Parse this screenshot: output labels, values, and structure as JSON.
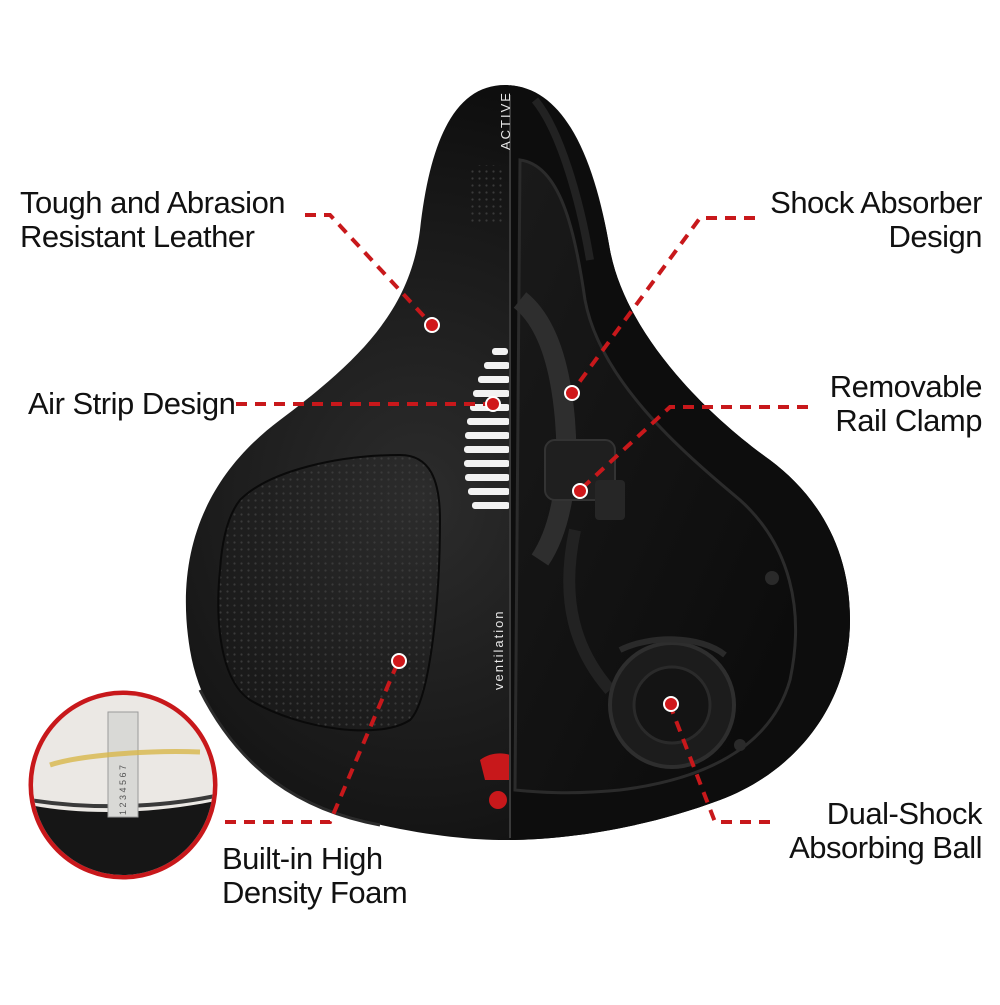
{
  "callouts": {
    "leather": {
      "line1": "Tough and Abrasion",
      "line2": "Resistant Leather"
    },
    "shock": {
      "line1": "Shock Absorber",
      "line2": "Design"
    },
    "air": {
      "line1": "Air Strip Design"
    },
    "rail": {
      "line1": "Removable",
      "line2": "Rail Clamp"
    },
    "foam": {
      "line1": "Built-in High",
      "line2": "Density Foam"
    },
    "ball": {
      "line1": "Dual-Shock",
      "line2": "Absorbing Ball"
    }
  },
  "saddle": {
    "brand_top": "ACTIVE",
    "brand_side": "ventilation"
  },
  "ruler_digits": "1 2 3 4 5 6 7",
  "colors": {
    "accent": "#d0181b",
    "saddle": "#151515",
    "text": "#111111"
  }
}
